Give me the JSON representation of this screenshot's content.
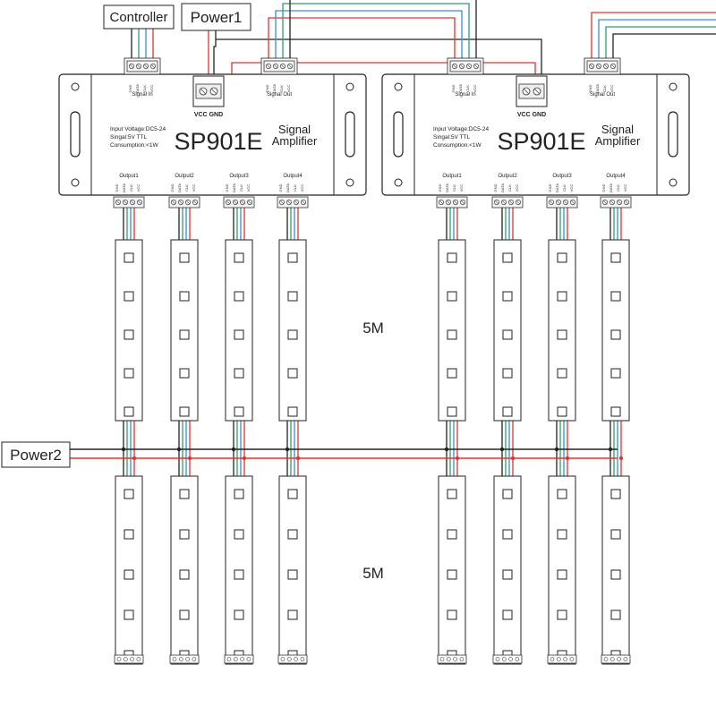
{
  "labels": {
    "controller": "Controller",
    "power1": "Power1",
    "power2": "Power2",
    "length_top": "5M",
    "length_bottom": "5M"
  },
  "amplifier": {
    "model": "SP901E",
    "subtitle_line1": "Signal",
    "subtitle_line2": "Amplifier",
    "spec_line1": "Input Voltage:DC5-24",
    "spec_line2": "Singal:5V TTL",
    "spec_line3": "Consumption:<1W",
    "signal_in_label": "Signal In",
    "signal_out_label": "Signal Out",
    "vcc_gnd_label": "VCC GND",
    "pin_labels": [
      "GND",
      "DATA",
      "CLK",
      "VCC"
    ],
    "outputs": [
      "Output1",
      "Output2",
      "Output3",
      "Output4"
    ]
  },
  "colors": {
    "gnd_wire": "#222222",
    "data_wire": "#2f9e6b",
    "clk_wire": "#3a8fd0",
    "vcc_wire": "#e0342f"
  }
}
